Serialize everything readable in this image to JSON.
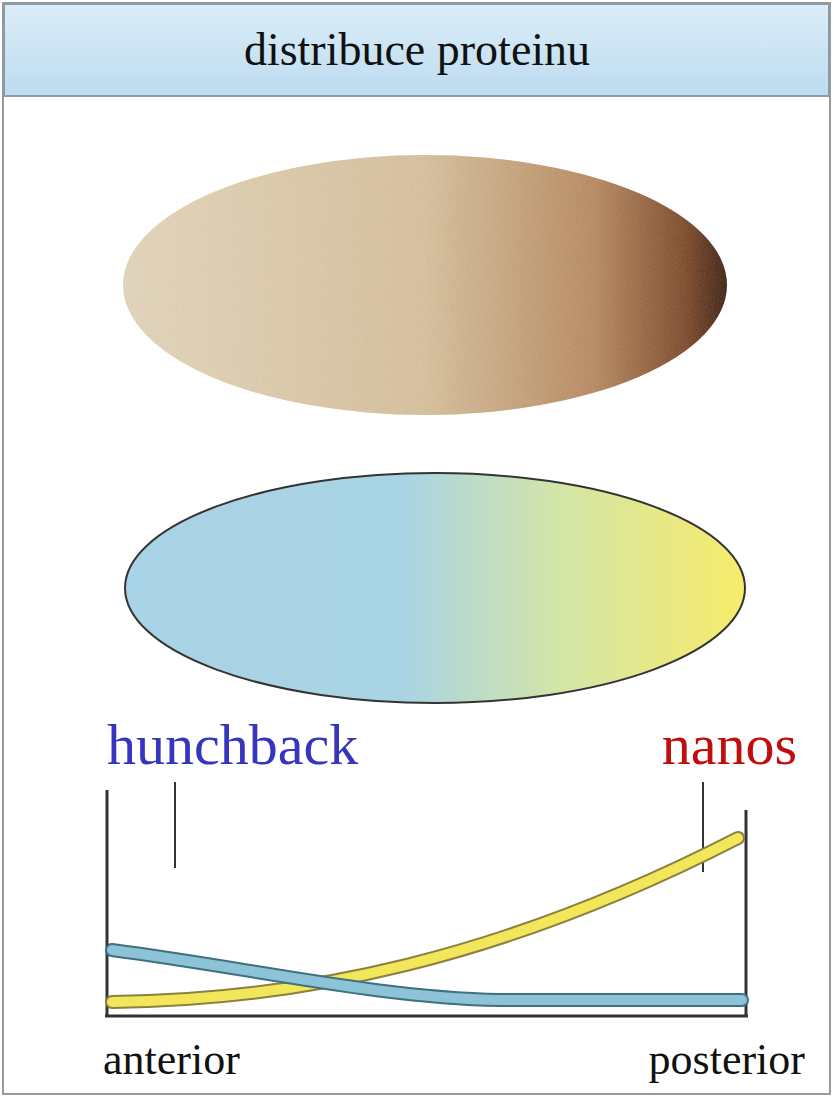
{
  "diagram": {
    "title": "distribuce proteinu",
    "labels": [
      "hunchback",
      "nanos",
      "anterior",
      "posterior"
    ]
  }
}
